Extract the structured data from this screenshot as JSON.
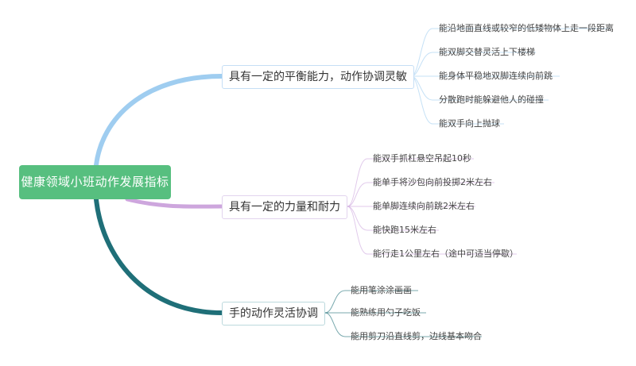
{
  "root": {
    "label": "健康领域小班动作发展指标"
  },
  "branches": [
    {
      "label": "具有一定的平衡能力，动作协调灵敏",
      "color": "#9fcdf0",
      "items": [
        "能沿地面直线或较窄的低矮物体上走一段距离",
        "能双脚交替灵活上下楼梯",
        "能身体平稳地双脚连续向前跳",
        "分散跑时能躲避他人的碰撞",
        "能双手向上抛球"
      ]
    },
    {
      "label": "具有一定的力量和耐力",
      "color": "#cda6dd",
      "items": [
        "能双手抓杠悬空吊起10秒",
        "能单手将沙包向前投掷2米左右",
        "能单脚连续向前跳2米左右",
        "能快跑15米左右",
        "能行走1公里左右（途中可适当停歇）"
      ]
    },
    {
      "label": "手的动作灵活协调",
      "color": "#1f6f78",
      "items": [
        "能用笔涂涂画画",
        "能熟练用勺子吃饭",
        "能用剪刀沿直线剪，边线基本吻合"
      ]
    }
  ]
}
